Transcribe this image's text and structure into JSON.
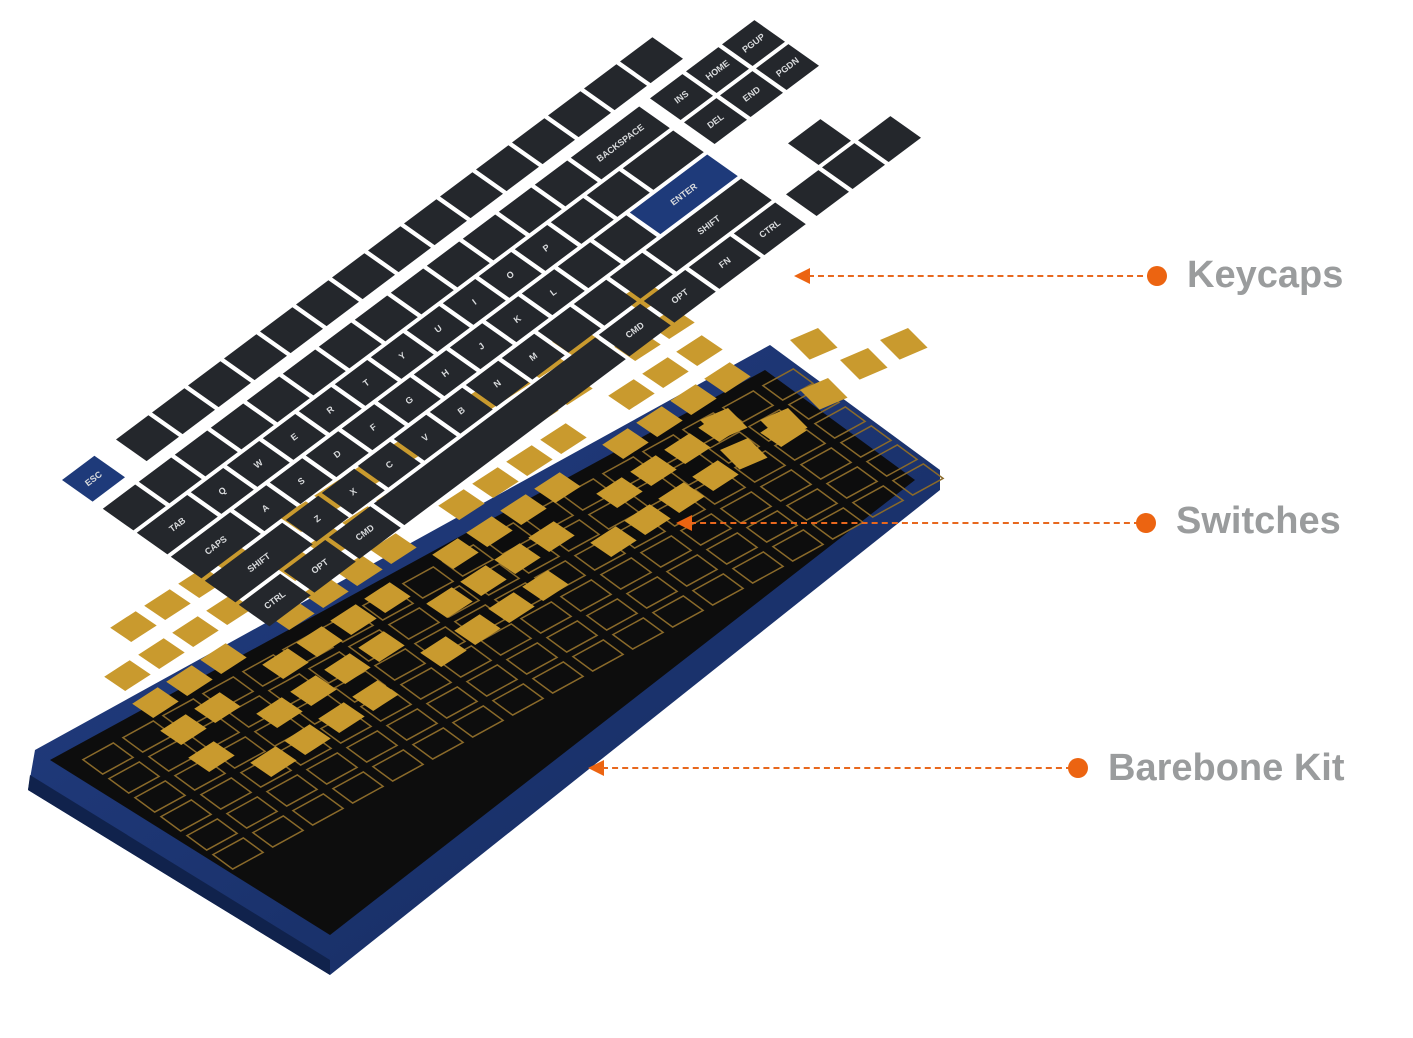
{
  "labels": {
    "keycaps": "Keycaps",
    "switches": "Switches",
    "barebone": "Barebone Kit"
  },
  "keycap_legends": [
    "ESC",
    "TAB",
    "CAPS",
    "SHIFT",
    "CTRL",
    "OPT",
    "CMD",
    "ENTER",
    "BACKSPACE",
    "SHIFT",
    "FN",
    "OPT",
    "CMD",
    "CTRL",
    "INS",
    "HOME",
    "PGUP",
    "DEL",
    "END",
    "PGDN",
    "Q",
    "W",
    "E",
    "R",
    "T",
    "Y",
    "U",
    "I",
    "O",
    "P",
    "A",
    "S",
    "D",
    "F",
    "G",
    "H",
    "J",
    "K",
    "L",
    "Z",
    "X",
    "C",
    "V",
    "B",
    "N",
    "M"
  ],
  "colors": {
    "accent": "#ec6411",
    "label": "#9a9c9d",
    "case": "#1c3470",
    "keycap": "#24272c",
    "accent_keycap": "#1e3a7a",
    "switch": "#c99a2e"
  }
}
